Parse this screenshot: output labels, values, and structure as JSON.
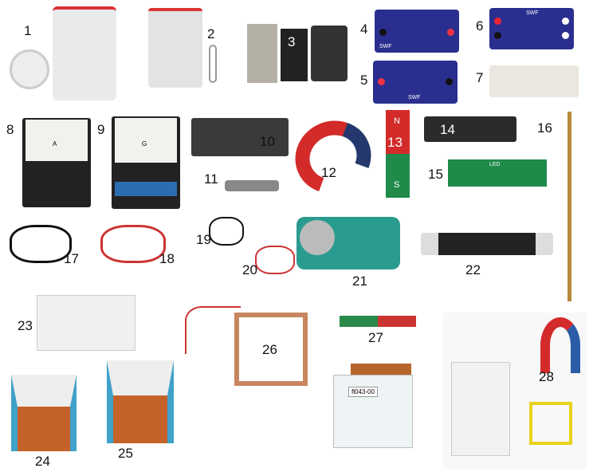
{
  "labels": [
    "1",
    "2",
    "3",
    "4",
    "5",
    "6",
    "7",
    "8",
    "9",
    "10",
    "11",
    "12",
    "13",
    "14",
    "15",
    "16",
    "17",
    "18",
    "19",
    "20",
    "21",
    "22",
    "23",
    "24",
    "25",
    "26",
    "27",
    "28"
  ],
  "item_text": {
    "board_brand": "SWF",
    "meter_8_letter": "A",
    "meter_9_letter": "G",
    "magnet_13_north": "N",
    "magnet_13_south": "S",
    "board_15_led": "LED",
    "device_27_tag": "fl043-00"
  },
  "colors": {
    "board_blue": "#2a2f8f",
    "magnet_red": "#d32a2a",
    "magnet_blue": "#24386e",
    "pcb_green": "#1f8a4a",
    "copper": "#b8652c"
  }
}
